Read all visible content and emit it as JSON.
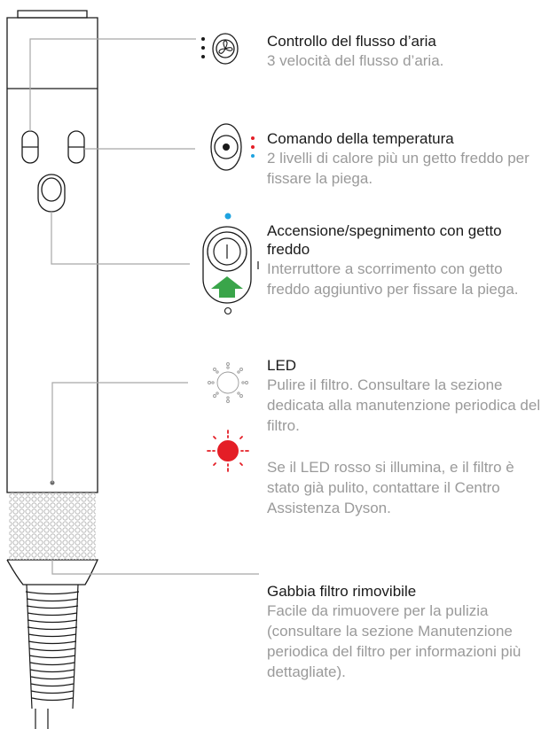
{
  "callouts": [
    {
      "title": "Controllo del flusso d’aria",
      "desc": "3 velocità del flusso d’aria."
    },
    {
      "title": "Comando della temperatura",
      "desc": "2 livelli di calore più un getto freddo per fissare la piega."
    },
    {
      "title": "Accensione/spegnimento con getto freddo",
      "desc": "Interruttore a scorrimento con getto freddo aggiuntivo per fissare la piega."
    },
    {
      "title": "LED",
      "desc": "Pulire il filtro. Consultare la sezione dedicata alla manutenzione periodica del filtro.",
      "note": "Se il LED rosso si illumina, e il filtro è stato già pulito, contattare il Centro Assistenza Dyson."
    },
    {
      "title": "Gabbia filtro rimovibile",
      "desc": "Facile da rimuovere per la pulizia (consultare la sezione Manutenzione periodica del filtro per informazioni più dettagliate)."
    }
  ],
  "colors": {
    "outline": "#1a1a1a",
    "leader": "#a8a8a8",
    "led_red": "#e41e26",
    "dot_blue": "#1ea3e0",
    "dot_red": "#e41e26",
    "arrow_green": "#3aa54a",
    "grille": "#bdbdbd"
  },
  "icons": [
    "fan-icon",
    "temperature-dial-icon",
    "power-button-icon",
    "led-off-icon",
    "led-red-icon"
  ]
}
